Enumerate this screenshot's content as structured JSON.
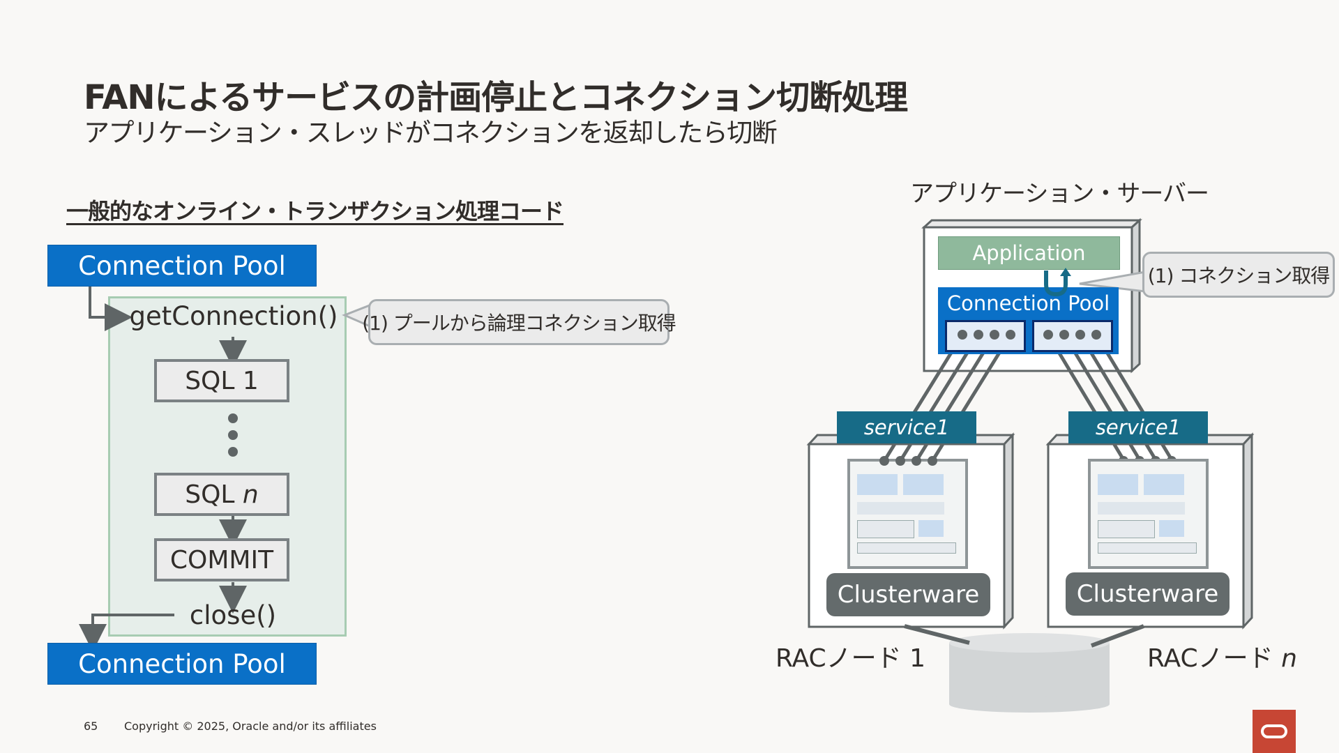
{
  "slide": {
    "title": "FANによるサービスの計画停止とコネクション切断処理",
    "subtitle": "アプリケーション・スレッドがコネクションを返却したら切断",
    "code_heading": "一般的なオンライン・トランザクション処理コード",
    "page_number": "65",
    "copyright": "Copyright © 2025, Oracle and/or its affiliates"
  },
  "left_flow": {
    "pool_top": "Connection Pool",
    "get_connection": "getConnection()",
    "sql1": "SQL 1",
    "sqln_prefix": "SQL ",
    "sqln_italic": "n",
    "commit": "COMMIT",
    "close": "close()",
    "pool_bottom": "Connection Pool",
    "callout": "(1) プールから論理コネクション取得"
  },
  "right_arch": {
    "app_server_label": "アプリケーション・サーバー",
    "application": "Application",
    "connection_pool": "Connection Pool",
    "callout": "(1) コネクション取得",
    "nodes": [
      {
        "service": "service1",
        "clusterware": "Clusterware",
        "label_prefix": "RACノード ",
        "label_suffix": "1",
        "suffix_italic": false
      },
      {
        "service": "service1",
        "clusterware": "Clusterware",
        "label_prefix": "RACノード ",
        "label_suffix": "n",
        "suffix_italic": true
      }
    ]
  },
  "colors": {
    "pool_blue": "#0a70c7",
    "service_teal": "#176b87",
    "application_green": "#8fb99c",
    "clusterware_gray": "#646b6c",
    "oracle_red": "#c74634"
  }
}
